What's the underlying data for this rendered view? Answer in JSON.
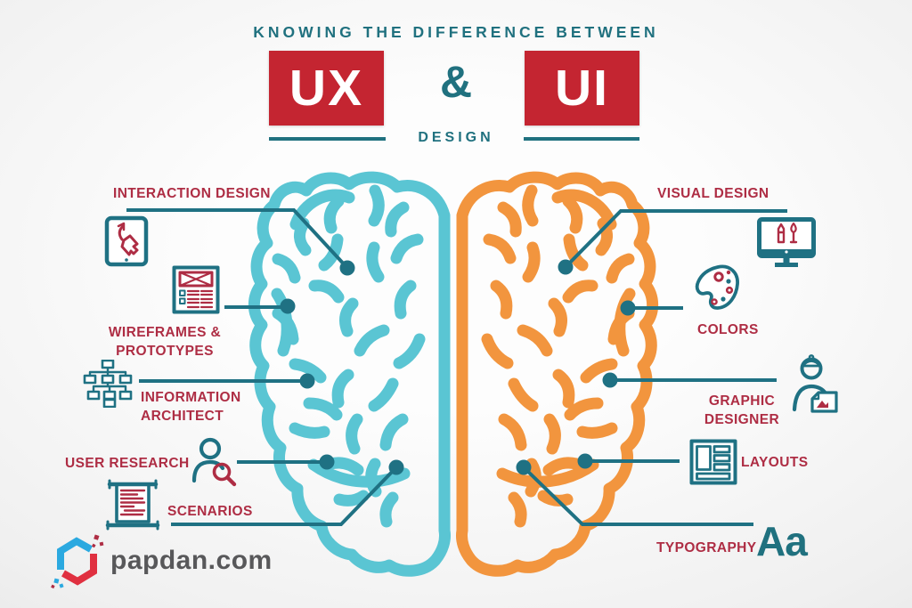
{
  "header": {
    "kicker": "KNOWING THE DIFFERENCE BETWEEN",
    "left_acronym": "UX",
    "ampersand": "&",
    "right_acronym": "UI",
    "subtitle": "DESIGN"
  },
  "ux_side": {
    "items": [
      {
        "label": "INTERACTION DESIGN",
        "icon": "tablet-touch-icon"
      },
      {
        "line1": "WIREFRAMES &",
        "line2": "PROTOTYPES",
        "icon": "wireframe-icon"
      },
      {
        "line1": "INFORMATION",
        "line2": "ARCHITECT",
        "icon": "sitemap-icon"
      },
      {
        "label": "USER RESEARCH",
        "icon": "user-magnifier-icon"
      },
      {
        "label": "SCENARIOS",
        "icon": "scroll-icon"
      }
    ]
  },
  "ui_side": {
    "items": [
      {
        "label": "VISUAL DESIGN",
        "icon": "monitor-tools-icon"
      },
      {
        "label": "COLORS",
        "icon": "palette-icon"
      },
      {
        "line1": "GRAPHIC",
        "line2": "DESIGNER",
        "icon": "designer-icon"
      },
      {
        "label": "LAYOUTS",
        "icon": "layout-grid-icon"
      },
      {
        "label": "TYPOGRAPHY",
        "sample": "Aa",
        "icon": "typography-sample"
      }
    ]
  },
  "footer": {
    "brand": "papdan.com"
  },
  "colors": {
    "brain_left": "#5ac5d3",
    "brain_right": "#f2953e",
    "connector": "#1f7183",
    "header_teal": "#20717f",
    "label_red": "#ae2d44",
    "box_red": "#c42531",
    "brand_gray": "#58585a",
    "logo_blue": "#2ba9e0",
    "logo_red": "#e03040"
  }
}
